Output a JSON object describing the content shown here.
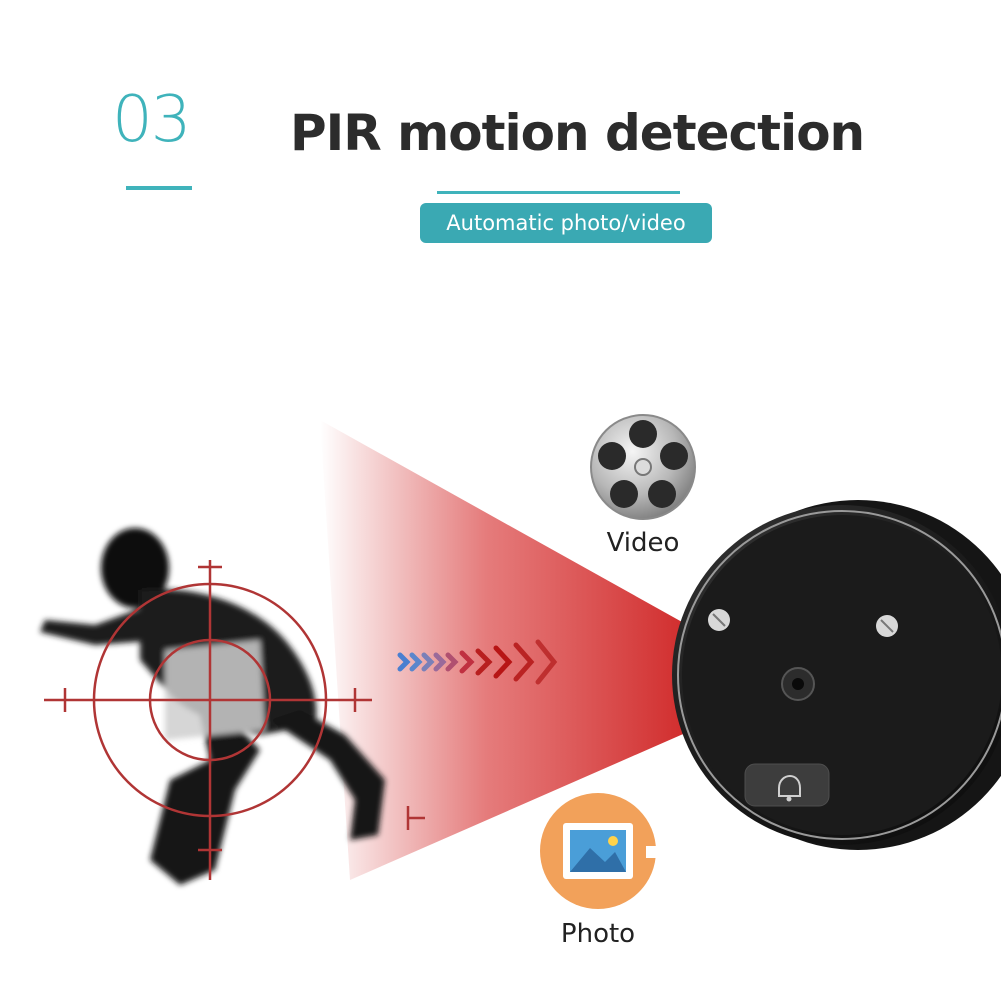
{
  "feature": {
    "number": "03",
    "title": "PIR motion detection",
    "subtitle": "Automatic photo/video"
  },
  "icons": {
    "video_label": "Video",
    "photo_label": "Photo"
  },
  "colors": {
    "accent": "#3fb3bb",
    "beam_red": "#c40000",
    "target_red": "#b03030",
    "device": "#1a1a1a",
    "photo_icon_bg": "#f2a15a"
  }
}
